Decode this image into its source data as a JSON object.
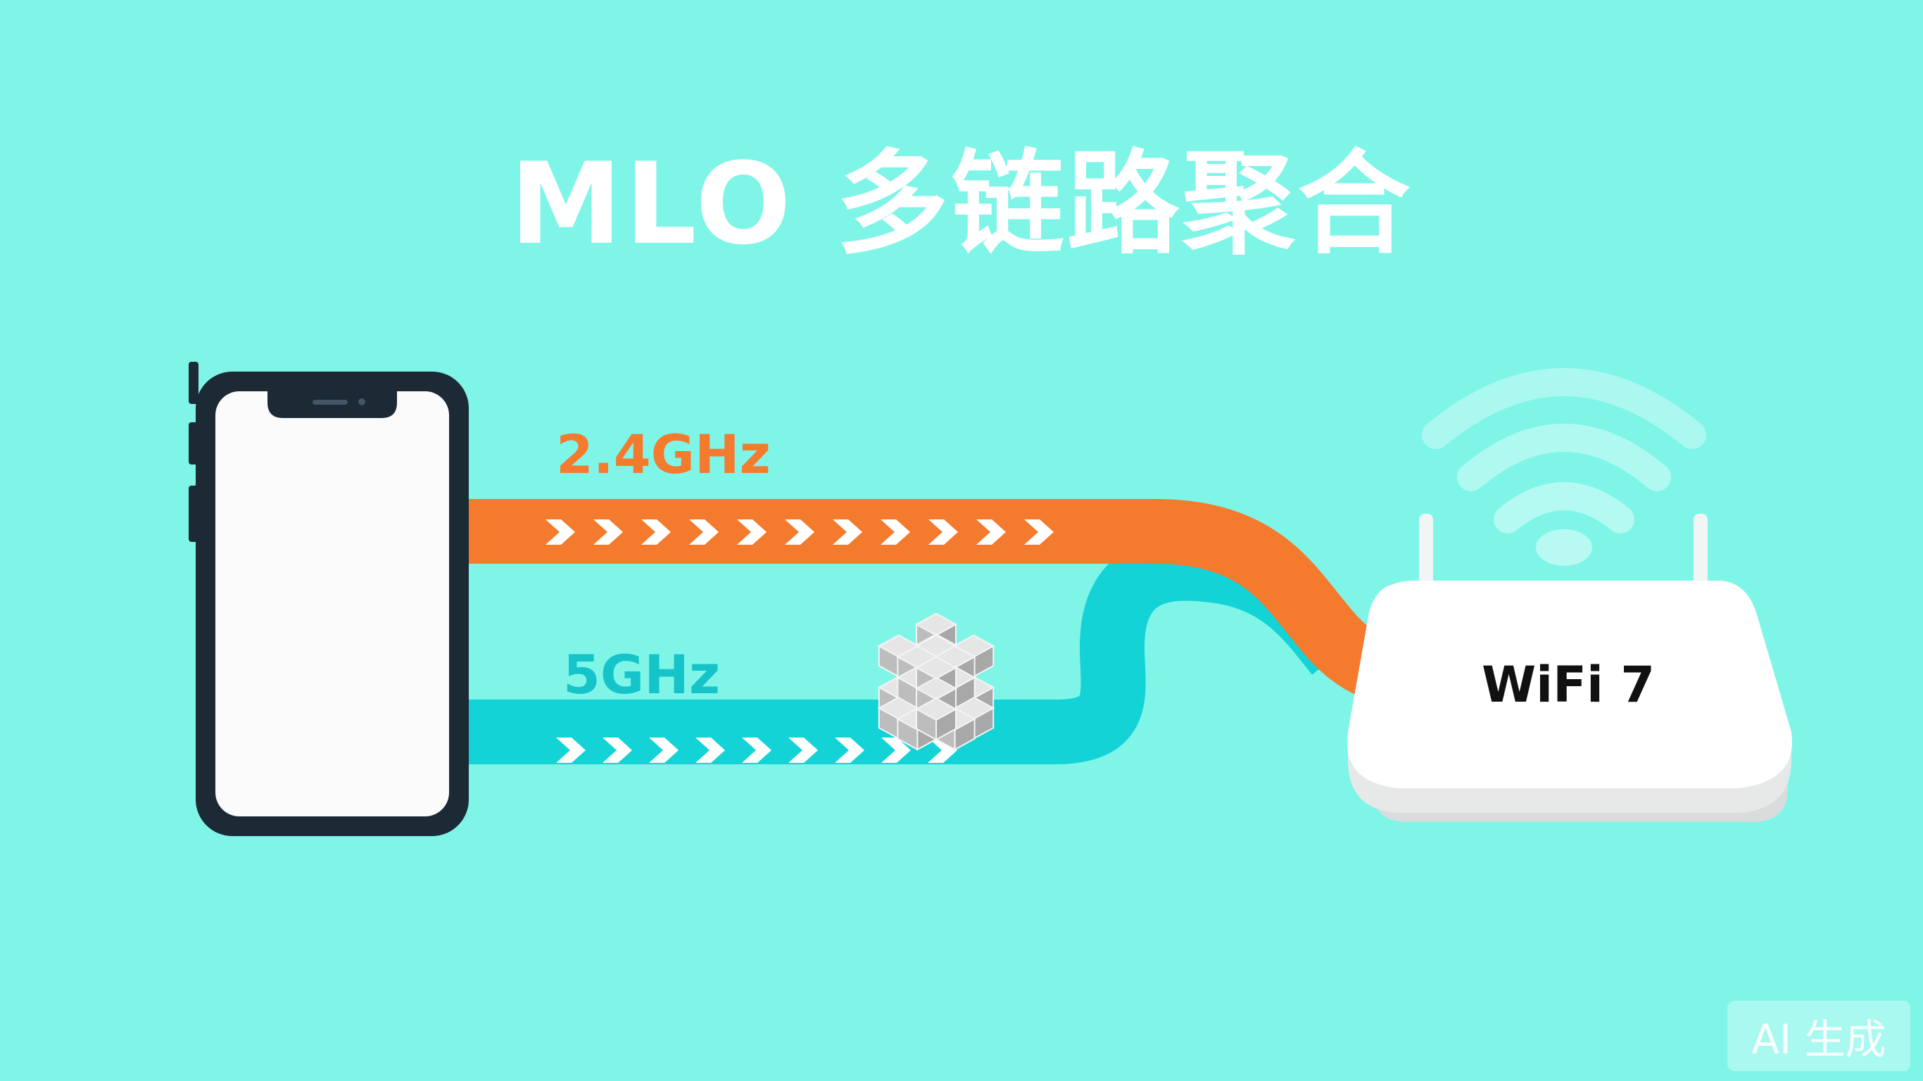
{
  "title": "MLO 多链路聚合",
  "links": [
    {
      "label": "2.4GHz",
      "color": "#f47a2e"
    },
    {
      "label": "5GHz",
      "color": "#14d3d6"
    }
  ],
  "router": {
    "label": "WiFi 7"
  },
  "badge": {
    "label": "AI 生成"
  },
  "colors": {
    "background": "#7ff5e8",
    "phone_frame": "#1c2a36",
    "router_body": "#ffffff",
    "blocks": "#c8c8c8"
  },
  "icons": [
    "phone-icon",
    "router-icon",
    "wifi-signal-icon",
    "cube-blocks-icon",
    "chevron-right-icon"
  ]
}
